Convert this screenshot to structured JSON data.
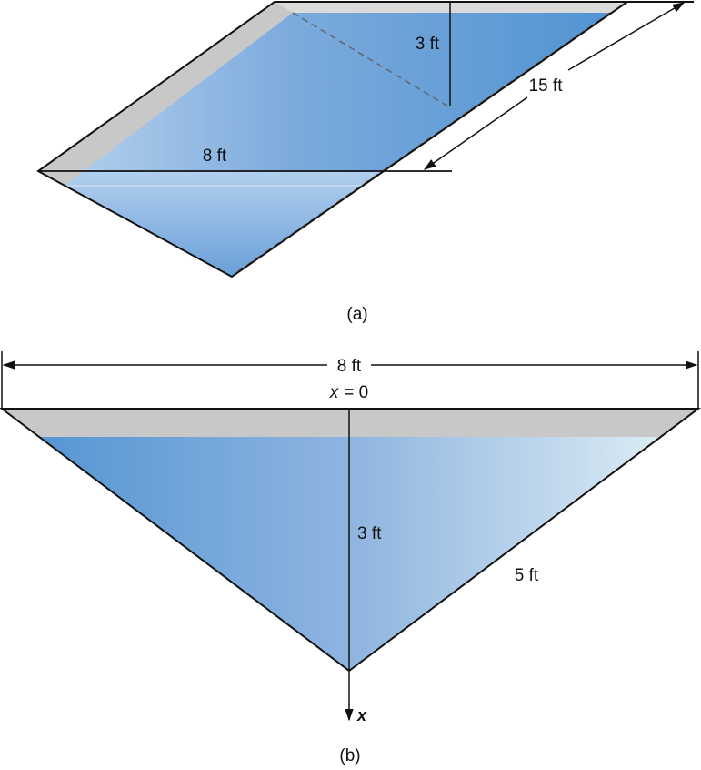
{
  "figure_a": {
    "caption": "(a)",
    "labels": {
      "width": "8 ft",
      "depth": "3 ft",
      "length": "15 ft"
    }
  },
  "figure_b": {
    "caption": "(b)",
    "labels": {
      "width": "8 ft",
      "origin_x": "x",
      "origin_eq": "= 0",
      "depth": "3 ft",
      "slant": "5 ft",
      "axis": "x"
    }
  },
  "colors": {
    "water_dark": "#4f93d2",
    "water_mid": "#8fb4e0",
    "water_light": "#dcedf5",
    "gray_band": "#c8c8c8",
    "line": "#111111",
    "dash": "#666666"
  }
}
